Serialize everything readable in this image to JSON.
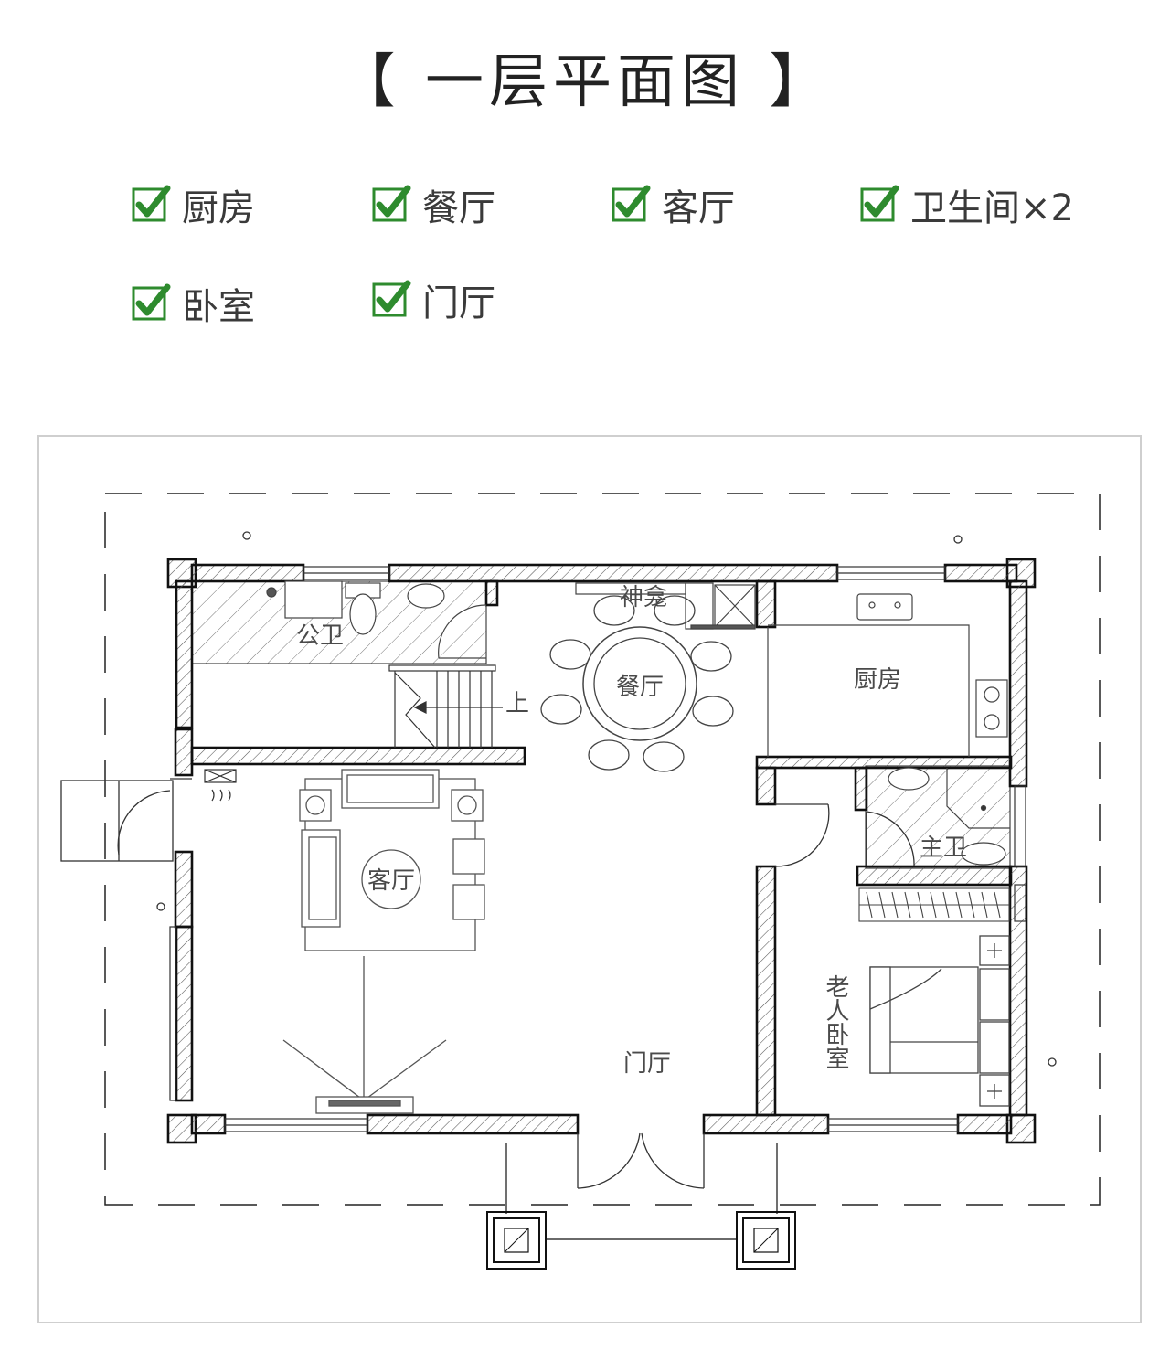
{
  "title": "【 一层平面图 】",
  "accent_color": "#2e8b2e",
  "features": [
    {
      "label": "厨房"
    },
    {
      "label": "餐厅"
    },
    {
      "label": "客厅"
    },
    {
      "label": "卫生间×2"
    },
    {
      "label": "卧室"
    },
    {
      "label": "门厅"
    }
  ],
  "plan": {
    "rooms": {
      "public_bath": "公卫",
      "altar": "神龛",
      "dining": "餐厅",
      "kitchen": "厨房",
      "stair_up": "上",
      "living": "客厅",
      "master_bath": "主卫",
      "elder_bedroom": "老人卧室",
      "foyer": "门厅"
    }
  }
}
